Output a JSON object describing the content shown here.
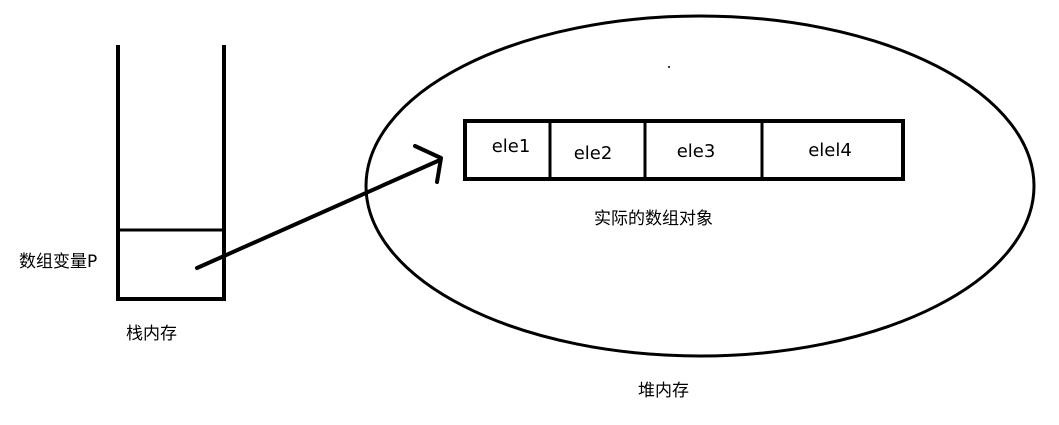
{
  "stack": {
    "variable_label": "数组变量P",
    "caption": "栈内存"
  },
  "heap": {
    "caption": "堆内存",
    "object_caption": "实际的数组对象",
    "elements": [
      "ele1",
      "ele2",
      "ele3",
      "elel4"
    ]
  }
}
